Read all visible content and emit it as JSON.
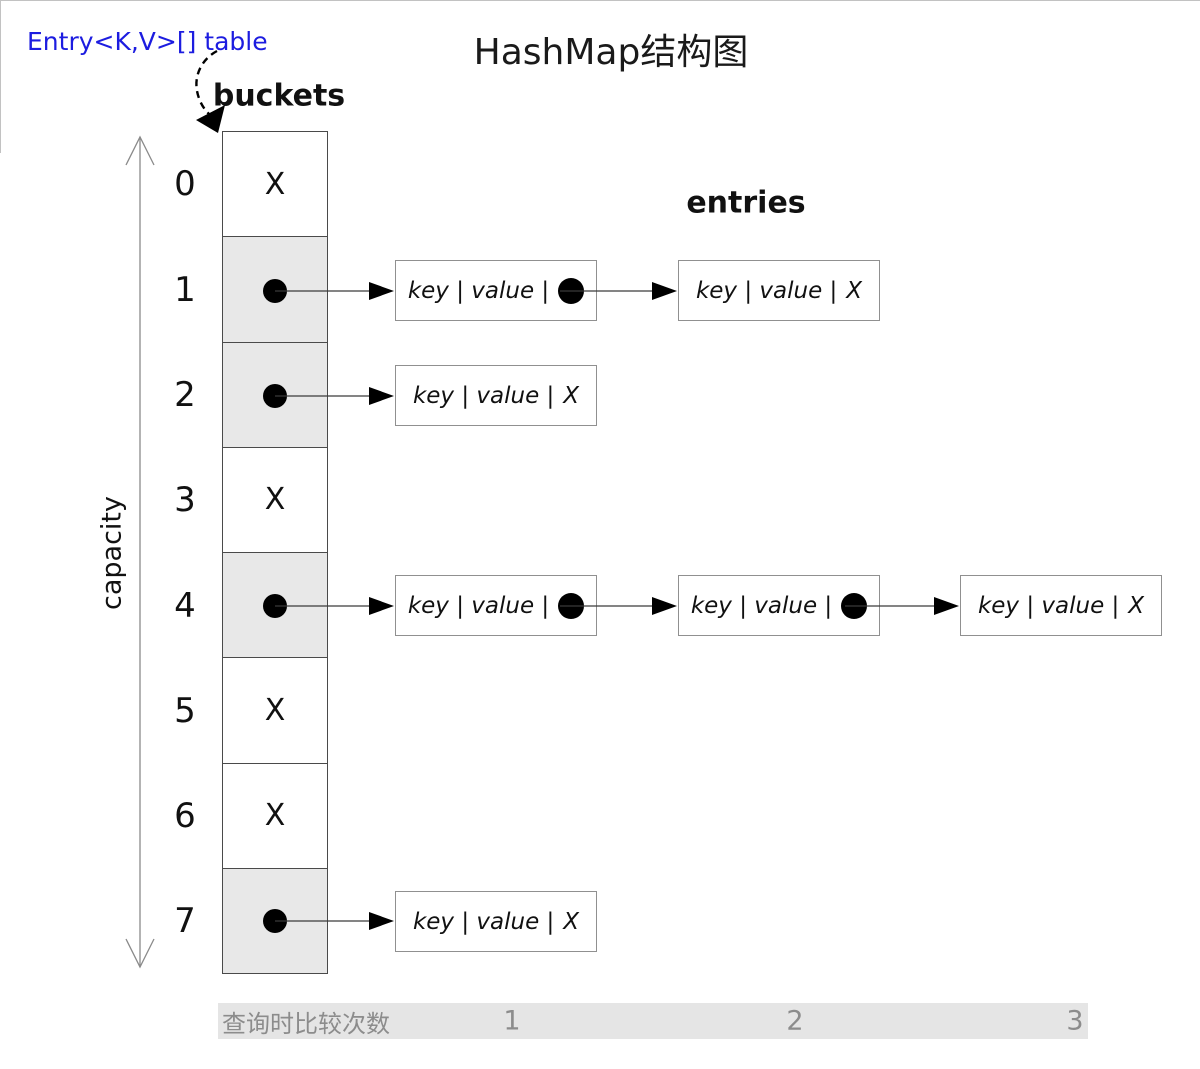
{
  "title": "HashMap结构图",
  "labels": {
    "table_ref": "Entry<K,V>[] table",
    "buckets": "buckets",
    "entries": "entries",
    "capacity": "capacity"
  },
  "bucket_array": {
    "rows": [
      {
        "index": "0",
        "state": "empty",
        "symbol": "X"
      },
      {
        "index": "1",
        "state": "occupied",
        "symbol": ""
      },
      {
        "index": "2",
        "state": "occupied",
        "symbol": ""
      },
      {
        "index": "3",
        "state": "empty",
        "symbol": "X"
      },
      {
        "index": "4",
        "state": "occupied",
        "symbol": ""
      },
      {
        "index": "5",
        "state": "empty",
        "symbol": "X"
      },
      {
        "index": "6",
        "state": "empty",
        "symbol": "X"
      },
      {
        "index": "7",
        "state": "occupied",
        "symbol": ""
      }
    ]
  },
  "entry_chains": [
    {
      "bucket": "1",
      "boxes": [
        {
          "label": "key | value |",
          "terminal": false
        },
        {
          "label": "key | value |",
          "terminal": true,
          "end_symbol": "X"
        }
      ]
    },
    {
      "bucket": "2",
      "boxes": [
        {
          "label": "key | value |",
          "terminal": true,
          "end_symbol": "X"
        }
      ]
    },
    {
      "bucket": "4",
      "boxes": [
        {
          "label": "key | value |",
          "terminal": false
        },
        {
          "label": "key | value |",
          "terminal": false
        },
        {
          "label": "key | value |",
          "terminal": true,
          "end_symbol": "X"
        }
      ]
    },
    {
      "bucket": "7",
      "boxes": [
        {
          "label": "key | value |",
          "terminal": true,
          "end_symbol": "X"
        }
      ]
    }
  ],
  "footer": {
    "label": "查询时比较次数",
    "counts": [
      "1",
      "2",
      "3"
    ]
  },
  "colors": {
    "link_blue": "#1c1ce0",
    "bucket_fill": "#e8e8e8",
    "band_fill": "#e5e5e5",
    "muted_text": "#8c8c8c",
    "line": "#3a3a3a"
  }
}
